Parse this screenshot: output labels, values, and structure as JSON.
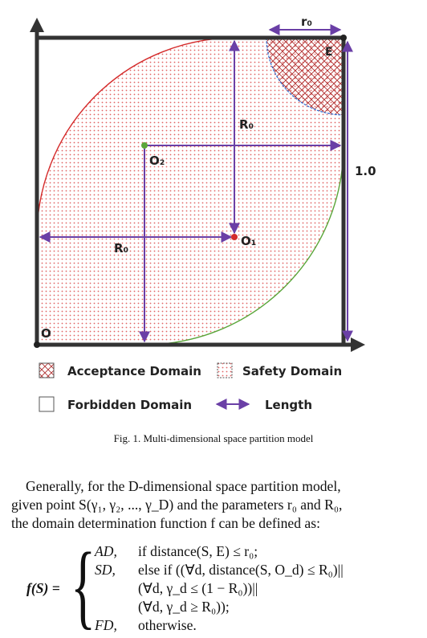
{
  "figure": {
    "labels": {
      "r0": "r₀",
      "e": "E",
      "R0_top": "R₀",
      "R0_left": "R₀",
      "O2": "O₂",
      "O1": "O₁",
      "one": "1.0",
      "O": "O"
    },
    "legend": {
      "acceptance": "Acceptance Domain",
      "safety": "Safety Domain",
      "forbidden": "Forbidden Domain",
      "length": "Length"
    },
    "colors": {
      "arrow": "#6a3fa6",
      "red_curve": "#d42a2a",
      "green_curve": "#5aa63a",
      "blue_curve": "#2a6cd4",
      "dots": "#e06464"
    }
  },
  "caption": "Fig. 1.   Multi-dimensional space partition model",
  "paragraph": {
    "line1": "Generally, for the D-dimensional space partition model,",
    "line2": "given point S(γ₁, γ₂, ..., γ_D) and the parameters r₀ and R₀,",
    "line3": "the domain determination function f can be defined as:"
  },
  "equation": {
    "lhs": "f(S) =",
    "row1_case": "AD,",
    "row1_cond": "if distance(S, E) ≤ r₀;",
    "row2_case": "SD,",
    "row2_cond": "else if ((∀d, distance(S, O_d) ≤ R₀)||",
    "row3_cond": "(∀d, γ_d ≤ (1 − R₀))||",
    "row4_cond": "(∀d, γ_d ≥ R₀));",
    "row5_case": "FD,",
    "row5_cond": "otherwise."
  }
}
